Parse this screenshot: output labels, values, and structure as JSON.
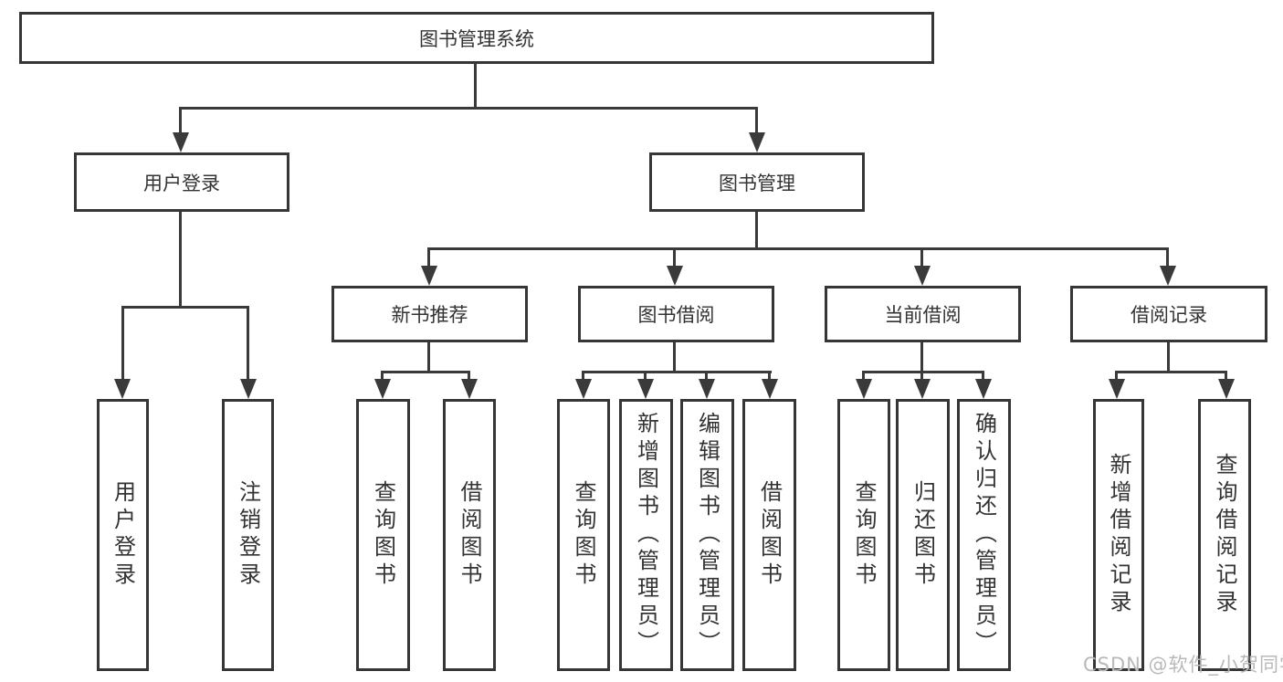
{
  "diagram": {
    "title": "图书管理系统",
    "root": {
      "label": "图书管理系统"
    },
    "level2": [
      {
        "label": "用户登录"
      },
      {
        "label": "图书管理"
      }
    ],
    "level3": [
      {
        "label": "新书推荐"
      },
      {
        "label": "图书借阅"
      },
      {
        "label": "当前借阅"
      },
      {
        "label": "借阅记录"
      }
    ],
    "leaves": {
      "user_login": [
        "用户登录",
        "注销登录"
      ],
      "new_book_recommend": [
        "查询图书",
        "借阅图书"
      ],
      "book_borrow": [
        "查询图书",
        "新增图书（管理员）",
        "编辑图书（管理员）",
        "借阅图书"
      ],
      "current_borrow": [
        "查询图书",
        "归还图书",
        "确认归还（管理员）"
      ],
      "borrow_records": [
        "新增借阅记录",
        "查询借阅记录"
      ]
    }
  },
  "watermark": {
    "text": "CSDN @软件_小贺同学",
    "color": "#b9b9b9"
  },
  "colors": {
    "line": "#3a3a3a",
    "border": "#363636",
    "text": "#333333",
    "background": "#ffffff"
  }
}
